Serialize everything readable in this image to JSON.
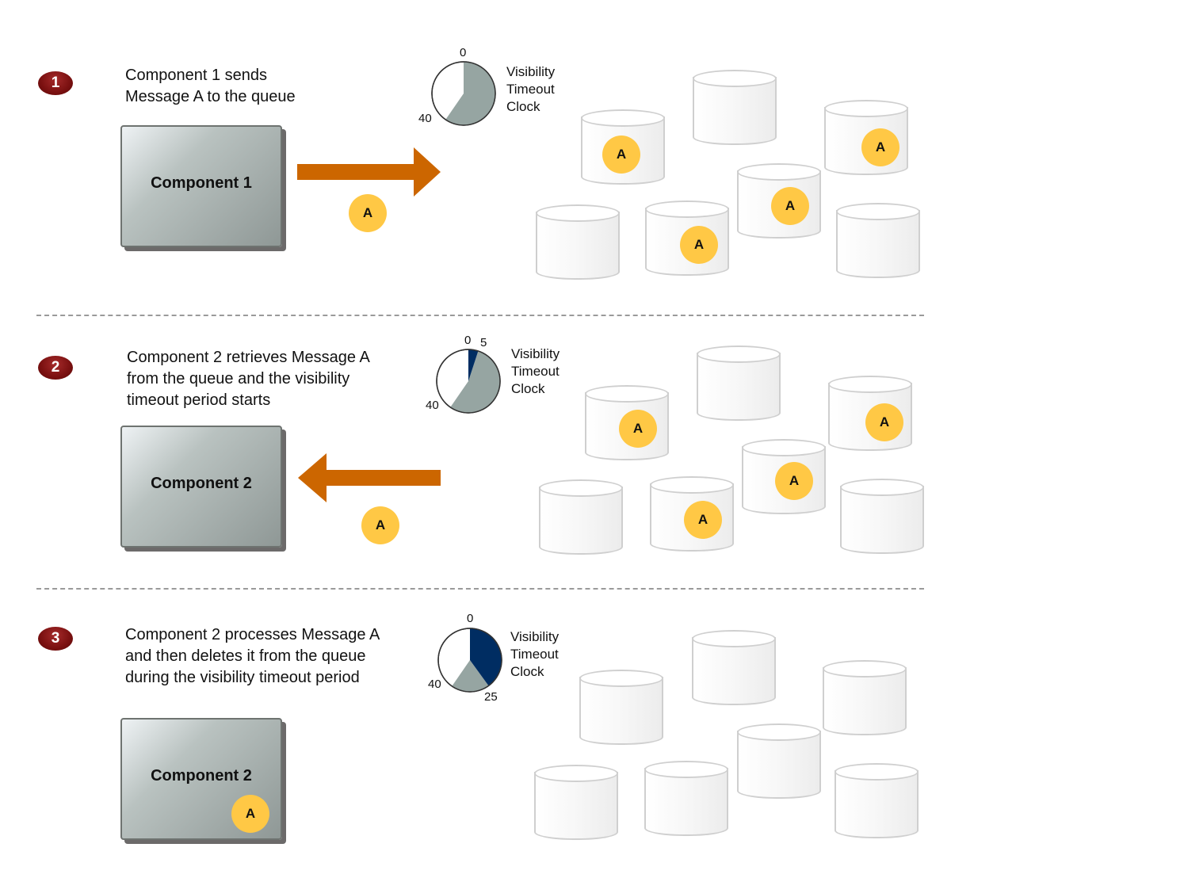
{
  "steps": [
    {
      "number": "1",
      "caption": "Component 1 sends\nMessage A to the queue",
      "component": "Component 1",
      "arrow_direction": "right",
      "message": "A",
      "clock": {
        "label": "Visibility\nTimeout\nClock",
        "top_label": "0",
        "start_label": "",
        "left_label": "40",
        "elapsed_label": ""
      },
      "queue_tokens": [
        "A",
        "",
        "A",
        "A",
        "A",
        "",
        ""
      ]
    },
    {
      "number": "2",
      "caption": "Component 2 retrieves Message A\nfrom the queue and the visibility\ntimeout period starts",
      "component": "Component 2",
      "arrow_direction": "left",
      "message": "A",
      "clock": {
        "label": "Visibility\nTimeout\nClock",
        "top_label": "0",
        "start_label": "5",
        "left_label": "40",
        "elapsed_label": ""
      },
      "queue_tokens": [
        "A",
        "",
        "A",
        "A",
        "A",
        "",
        ""
      ]
    },
    {
      "number": "3",
      "caption": "Component 2 processes Message A\nand then deletes it from the queue\nduring the visibility timeout period",
      "component": "Component 2",
      "arrow_direction": "none",
      "message": "A",
      "clock": {
        "label": "Visibility\nTimeout\nClock",
        "top_label": "0",
        "start_label": "",
        "left_label": "40",
        "elapsed_label": "25"
      },
      "queue_tokens": [
        "",
        "",
        "",
        "",
        "",
        "",
        ""
      ]
    }
  ],
  "colors": {
    "badge": "#7a1010",
    "arrow": "#cc6600",
    "token": "#ffc845",
    "clock_grey": "#96a5a2",
    "clock_elapsed": "#002d62"
  }
}
